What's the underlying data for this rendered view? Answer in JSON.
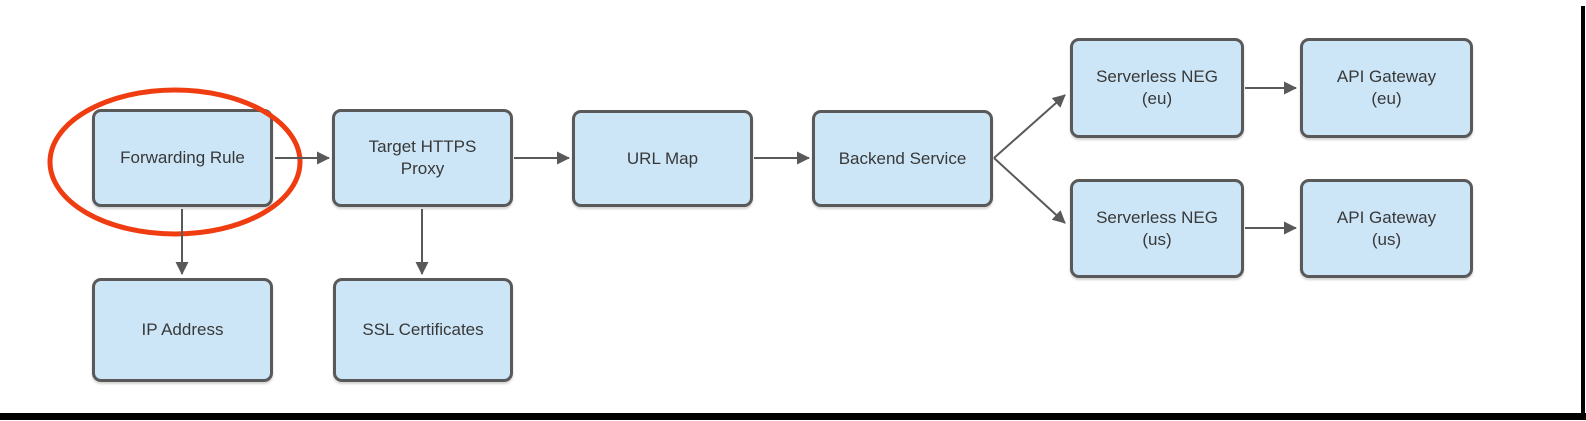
{
  "diagram": {
    "nodes": {
      "forwarding_rule": {
        "label": "Forwarding Rule"
      },
      "target_https_proxy": {
        "label": "Target HTTPS\nProxy"
      },
      "url_map": {
        "label": "URL Map"
      },
      "backend_service": {
        "label": "Backend Service"
      },
      "serverless_neg_eu": {
        "label": "Serverless NEG\n(eu)"
      },
      "api_gateway_eu": {
        "label": "API Gateway\n(eu)"
      },
      "serverless_neg_us": {
        "label": "Serverless NEG\n(us)"
      },
      "api_gateway_us": {
        "label": "API Gateway\n(us)"
      },
      "ip_address": {
        "label": "IP Address"
      },
      "ssl_certificates": {
        "label": "SSL Certificates"
      }
    },
    "edges": [
      {
        "from": "Forwarding Rule",
        "to": "Target HTTPS Proxy"
      },
      {
        "from": "Forwarding Rule",
        "to": "IP Address"
      },
      {
        "from": "Target HTTPS Proxy",
        "to": "URL Map"
      },
      {
        "from": "Target HTTPS Proxy",
        "to": "SSL Certificates"
      },
      {
        "from": "URL Map",
        "to": "Backend Service"
      },
      {
        "from": "Backend Service",
        "to": "Serverless NEG (eu)"
      },
      {
        "from": "Backend Service",
        "to": "Serverless NEG (us)"
      },
      {
        "from": "Serverless NEG (eu)",
        "to": "API Gateway (eu)"
      },
      {
        "from": "Serverless NEG (us)",
        "to": "API Gateway (us)"
      }
    ],
    "annotation": {
      "shape": "ellipse",
      "highlights": "Forwarding Rule",
      "color": "#ef3c10"
    },
    "colors": {
      "background": "#ffffff",
      "node_fill": "#cce6f7",
      "node_border": "#595959",
      "node_text": "#383838",
      "connector": "#595959",
      "highlight": "#ef3c10",
      "frame": "#000000"
    }
  }
}
